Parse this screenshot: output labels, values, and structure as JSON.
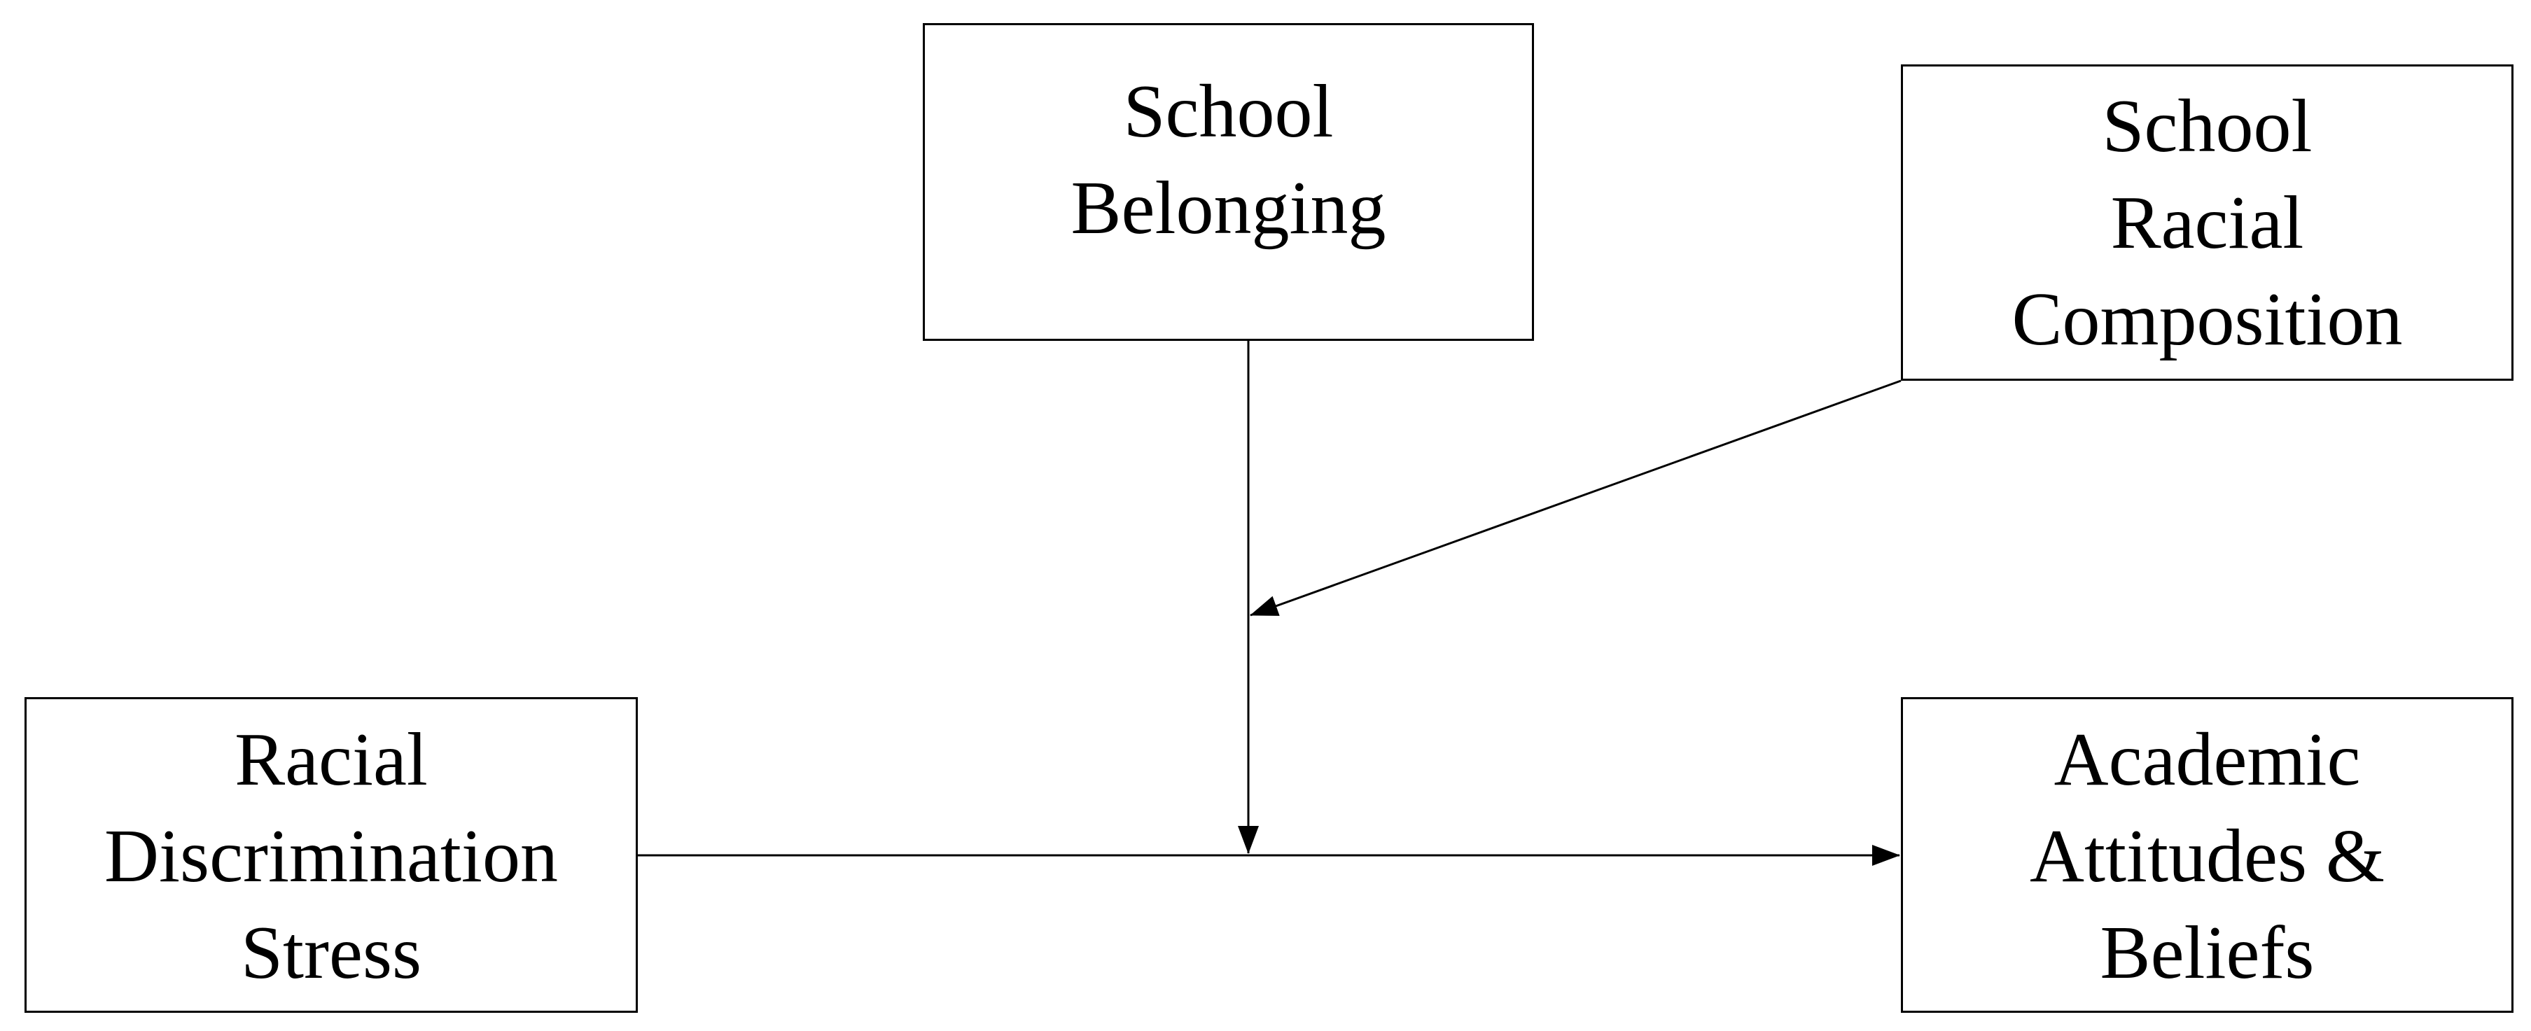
{
  "nodes": {
    "school_belonging": {
      "lines": [
        "School",
        "Belonging"
      ]
    },
    "school_racial_composition": {
      "lines": [
        "School",
        "Racial",
        "Composition"
      ]
    },
    "racial_discrimination_stress": {
      "lines": [
        "Racial",
        "Discrimination",
        "Stress"
      ]
    },
    "academic_attitudes_beliefs": {
      "lines": [
        "Academic",
        "Attitudes &",
        "Beliefs"
      ]
    }
  },
  "edges": [
    {
      "from": "racial_discrimination_stress",
      "to": "academic_attitudes_beliefs",
      "kind": "direct-path"
    },
    {
      "from": "school_belonging",
      "to": "direct-path",
      "kind": "moderation"
    },
    {
      "from": "school_racial_composition",
      "to": "moderation-path",
      "kind": "moderation"
    }
  ],
  "colors": {
    "stroke": "#000000",
    "background": "#ffffff"
  }
}
